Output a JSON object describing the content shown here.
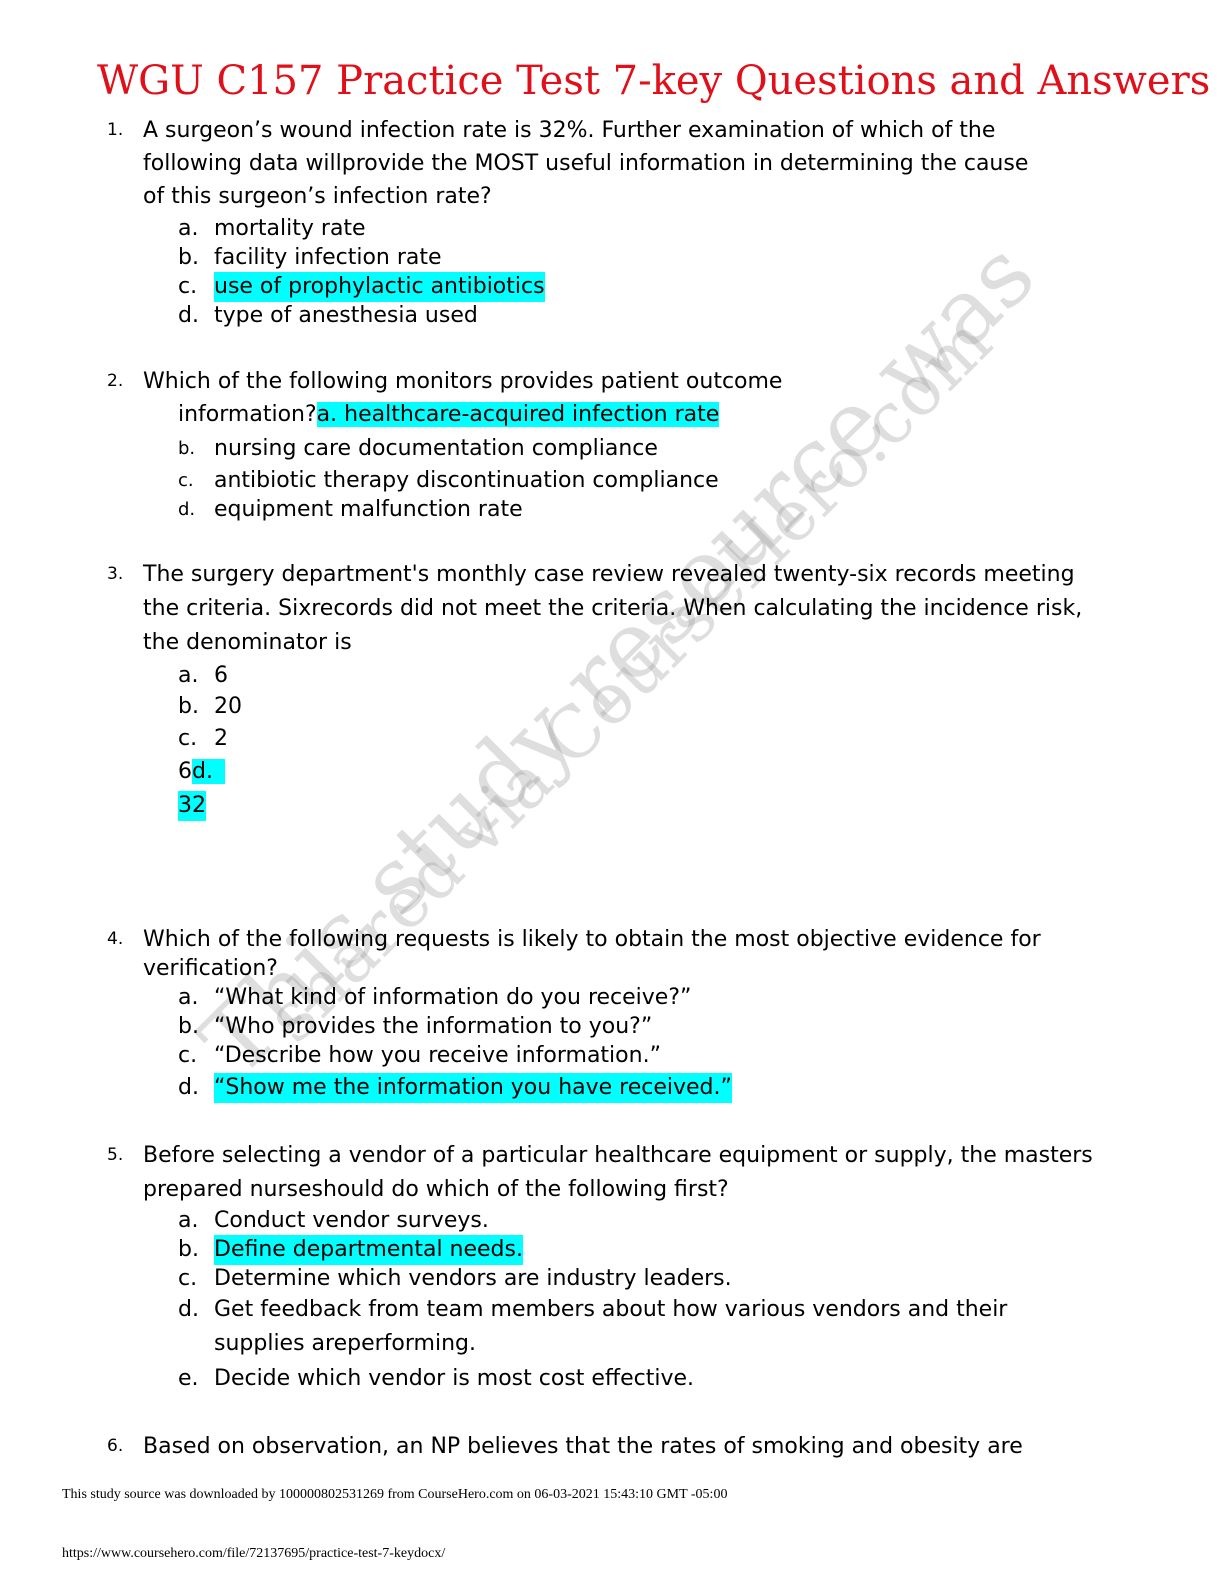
{
  "title": "WGU C157 Practice Test 7-key Questions and Answers",
  "q1": {
    "num": "1.",
    "lines": [
      "A surgeon’s wound infection rate is 32%. Further examination of which of the",
      "following data willprovide the MOST useful information in determining the cause",
      "of this surgeon’s infection rate?"
    ],
    "options": [
      {
        "letter": "a.",
        "text": "mortality rate"
      },
      {
        "letter": "b.",
        "text": "facility infection rate"
      },
      {
        "letter": "c.",
        "text": "use of prophylactic antibiotics"
      },
      {
        "letter": "d.",
        "text": "type of anesthesia used"
      }
    ]
  },
  "q2": {
    "num": "2.",
    "line1": "Which of the following monitors provides patient outcome",
    "line2_prefix": "information?",
    "line2_highlight": "a. healthcare-acquired infection rate",
    "options": [
      {
        "letter": "b.",
        "text": "nursing care documentation compliance"
      },
      {
        "letter": "c.",
        "text": "antibiotic therapy discontinuation compliance"
      },
      {
        "letter": "d.",
        "text": "equipment malfunction rate"
      }
    ]
  },
  "q3": {
    "num": "3.",
    "lines": [
      "The surgery department's monthly case review revealed twenty-six records meeting",
      "the criteria. Sixrecords did not meet the criteria. When calculating the incidence risk,",
      "the denominator is"
    ],
    "options": [
      {
        "letter": "a.",
        "text": "6"
      },
      {
        "letter": "b.",
        "text": "20"
      },
      {
        "letter": "c.",
        "text": "2"
      }
    ],
    "line_d_prefix": "6",
    "line_d_highlight": "d.",
    "line_last": "32"
  },
  "q4": {
    "num": "4.",
    "lines": [
      "Which of the following requests is likely to obtain the most objective evidence for",
      "verification?"
    ],
    "options": [
      {
        "letter": "a.",
        "text": "“What kind of information do you receive?”"
      },
      {
        "letter": "b.",
        "text": "“Who provides the information to you?”"
      },
      {
        "letter": "c.",
        "text": "“Describe how you receive information.”"
      },
      {
        "letter": "d.",
        "text": "“Show me the information you have received.”"
      }
    ]
  },
  "q5": {
    "num": "5.",
    "lines": [
      "Before selecting a vendor of a particular healthcare equipment or supply, the masters",
      "prepared nurseshould do which of the following first?"
    ],
    "options": [
      {
        "letter": "a.",
        "text": "Conduct vendor surveys."
      },
      {
        "letter": "b.",
        "text": "Define departmental needs."
      },
      {
        "letter": "c.",
        "text": "Determine which vendors are industry leaders."
      },
      {
        "letter": "d.",
        "text": "Get feedback from team members about how various vendors and their"
      },
      {
        "letter": "",
        "text": "supplies areperforming."
      },
      {
        "letter": "e.",
        "text": "Decide which vendor is most cost effective."
      }
    ]
  },
  "q6": {
    "num": "6.",
    "line1": "Based on observation, an NP believes that the rates of smoking and obesity are"
  },
  "watermark": {
    "line1": "This study resource was",
    "line2": "shared via CourseHero.com"
  },
  "footer": {
    "line1": "This study source was downloaded by 100000802531269 from CourseHero.com on 06-03-2021 15:43:10 GMT -05:00",
    "line2": "https://www.coursehero.com/file/72137695/practice-test-7-keydocx/"
  }
}
